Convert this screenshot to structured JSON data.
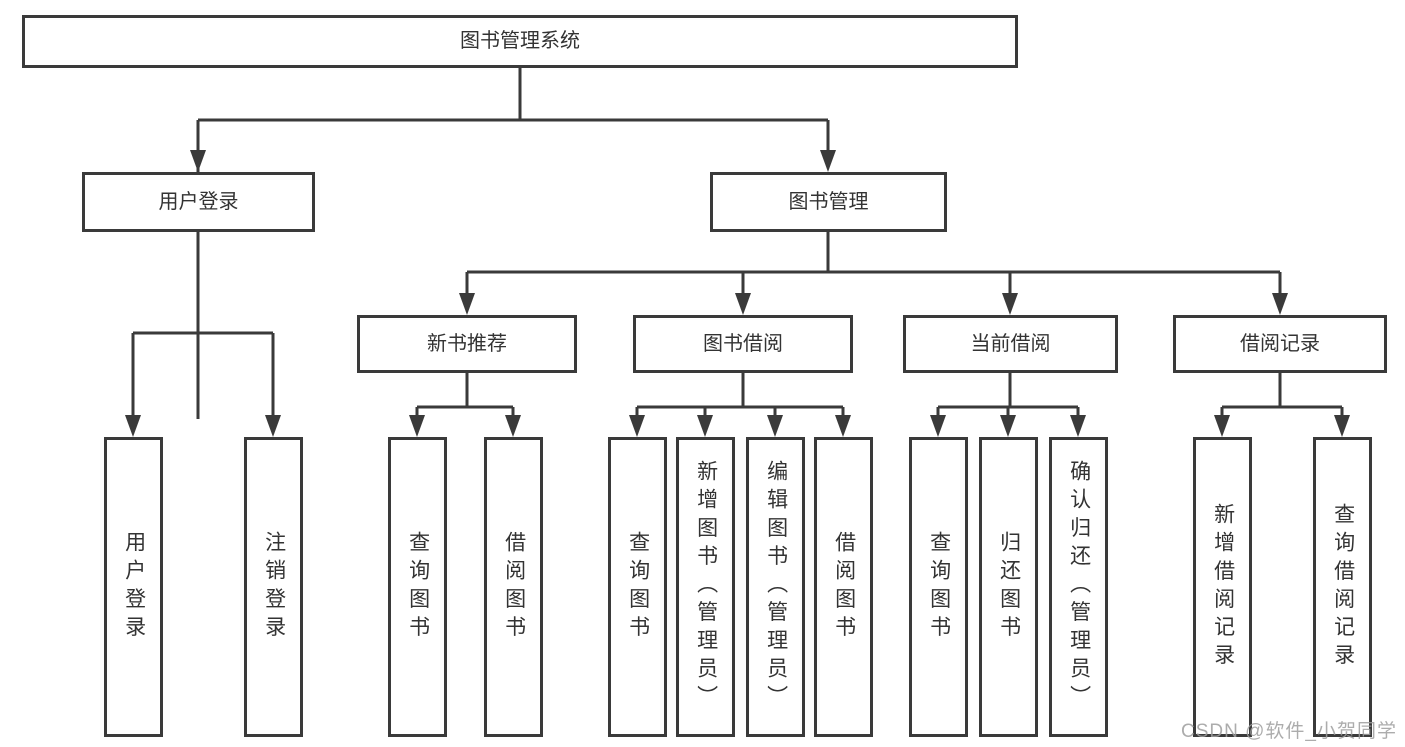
{
  "diagram": {
    "tree": {
      "label": "图书管理系统",
      "children": [
        {
          "label": "用户登录",
          "children": [
            {
              "label": "用户登录"
            },
            {
              "label": "注销登录"
            }
          ]
        },
        {
          "label": "图书管理",
          "children": [
            {
              "label": "新书推荐",
              "children": [
                {
                  "label": "查询图书"
                },
                {
                  "label": "借阅图书"
                }
              ]
            },
            {
              "label": "图书借阅",
              "children": [
                {
                  "label": "查询图书"
                },
                {
                  "label": "新增图书（管理员）"
                },
                {
                  "label": "编辑图书（管理员）"
                },
                {
                  "label": "借阅图书"
                }
              ]
            },
            {
              "label": "当前借阅",
              "children": [
                {
                  "label": "查询图书"
                },
                {
                  "label": "归还图书"
                },
                {
                  "label": "确认归还（管理员）"
                }
              ]
            },
            {
              "label": "借阅记录",
              "children": [
                {
                  "label": "新增借阅记录"
                },
                {
                  "label": "查询借阅记录"
                }
              ]
            }
          ]
        }
      ]
    },
    "watermark": "CSDN @软件_小贺同学",
    "colors": {
      "line": "#3a3a3a",
      "box_border": "#3a3a3a",
      "text": "#333333",
      "background": "#ffffff",
      "watermark": "#9e9e9e"
    }
  }
}
